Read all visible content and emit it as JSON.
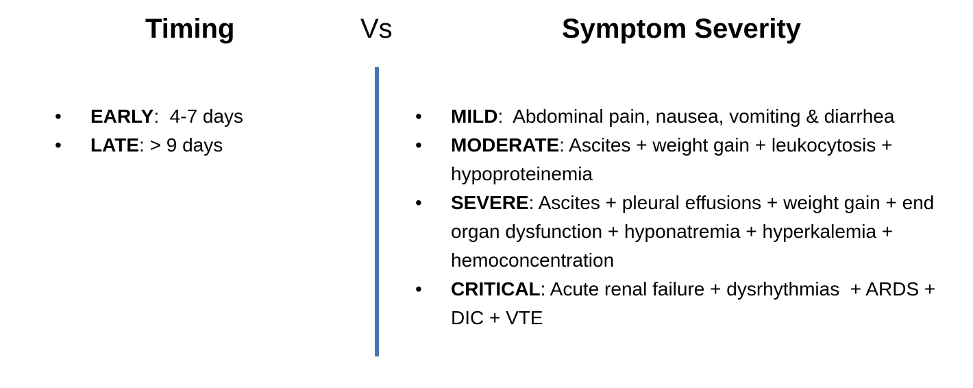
{
  "headings": {
    "timing": "Timing",
    "vs": "Vs",
    "severity": "Symptom Severity"
  },
  "bullet_glyph": "•",
  "timing_items": [
    {
      "term": "EARLY",
      "text": ":  4-7 days"
    },
    {
      "term": "LATE",
      "text": ": > 9 days"
    }
  ],
  "severity_items": [
    {
      "term": "MILD",
      "text": ":  Abdominal pain, nausea, vomiting & diarrhea"
    },
    {
      "term": "MODERATE",
      "text": ": Ascites + weight gain + leukocytosis + hypoproteinemia"
    },
    {
      "term": "SEVERE",
      "text": ": Ascites + pleural effusions + weight gain + end organ dysfunction + hyponatremia + hyperkalemia + hemoconcentration"
    },
    {
      "term": "CRITICAL",
      "text": ": Acute renal failure + dysrhythmias  + ARDS + DIC + VTE"
    }
  ],
  "colors": {
    "divider": "#4a72b5",
    "text": "#000000"
  }
}
